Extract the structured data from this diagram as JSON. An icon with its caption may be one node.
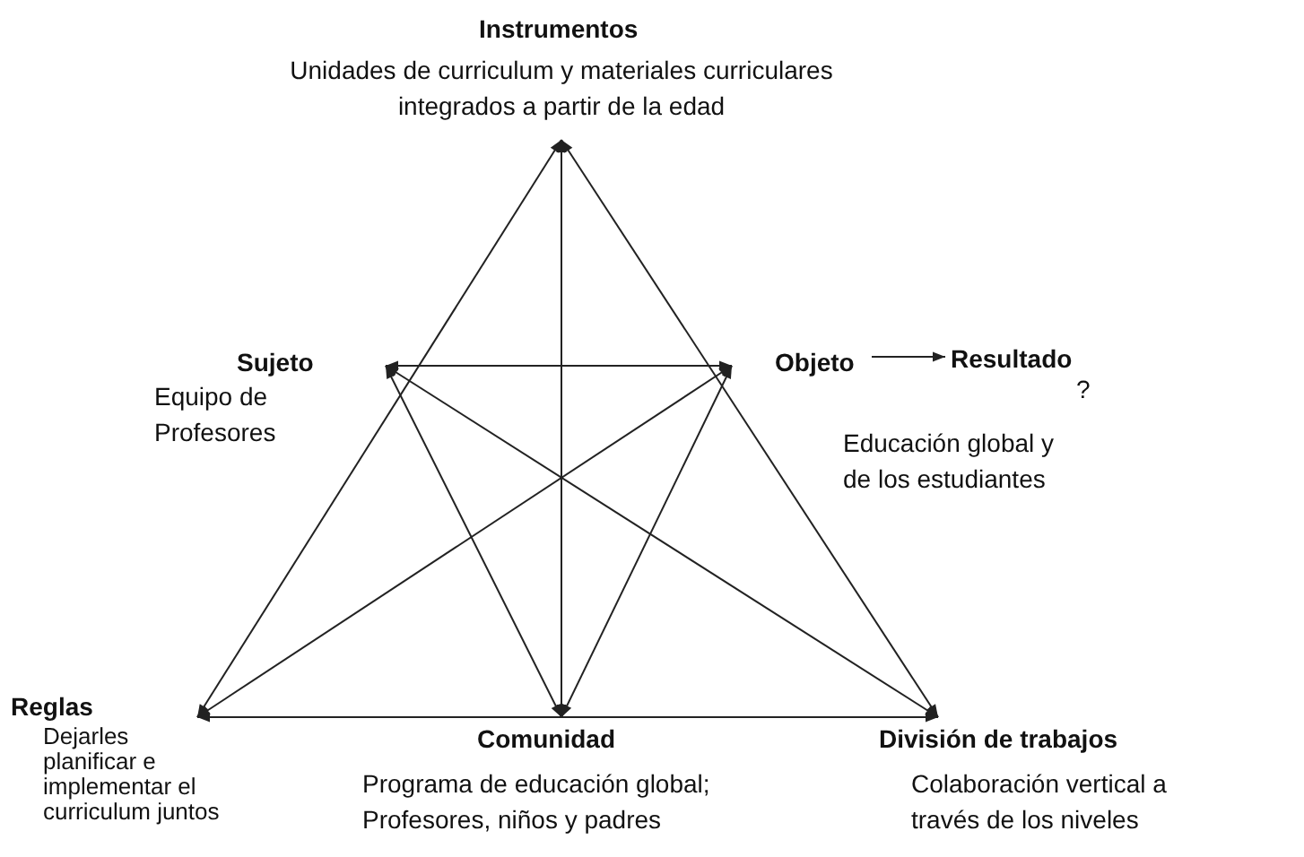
{
  "diagram": {
    "nodes": [
      {
        "text": [
          "Instrumentos",
          "Unidades de curriculum y materiales curriculares integrados a partir de la edad"
        ]
      },
      {
        "text": [
          "Sujeto",
          "Equipo de Profesores"
        ]
      },
      {
        "text": [
          "Objeto",
          "Educación global y de los estudiantes"
        ]
      },
      {
        "text": [
          "Resultado",
          "?"
        ]
      },
      {
        "text": [
          "Reglas",
          "Dejarles planificar e implementar el curriculum juntos"
        ]
      },
      {
        "text": [
          "Comunidad",
          "Programa de educación global; Profesores, niños y padres"
        ]
      },
      {
        "text": [
          "División de trabajos",
          "Colaboración vertical a través de los niveles"
        ]
      }
    ],
    "edges": [
      {
        "from": 0,
        "to": 4,
        "arrow": "both"
      },
      {
        "from": 0,
        "to": 6,
        "arrow": "both"
      },
      {
        "from": 5,
        "to": 0,
        "arrow": "both"
      },
      {
        "from": 1,
        "to": 2,
        "arrow": "both"
      },
      {
        "from": 1,
        "to": 5,
        "arrow": "both"
      },
      {
        "from": 1,
        "to": 6,
        "arrow": "both"
      },
      {
        "from": 2,
        "to": 4,
        "arrow": "both"
      },
      {
        "from": 2,
        "to": 5,
        "arrow": "both"
      },
      {
        "from": 4,
        "to": 6,
        "arrow": "both"
      },
      {
        "from": 2,
        "to": 3,
        "arrow": "to"
      }
    ]
  }
}
